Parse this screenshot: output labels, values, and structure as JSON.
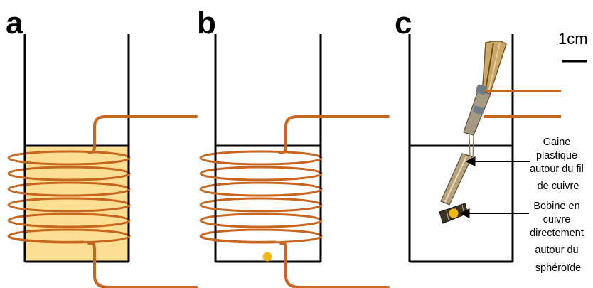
{
  "panels": [
    {
      "letter": "a"
    },
    {
      "letter": "b"
    },
    {
      "letter": "c"
    }
  ],
  "scale_bar": {
    "label": "1cm"
  },
  "annotations": [
    {
      "lines": [
        "Gaine",
        "plastique",
        "autour du fil",
        "de cuivre"
      ]
    },
    {
      "lines": [
        "Bobine en",
        "cuivre",
        "directement",
        "autour du",
        "sphéroïde"
      ]
    }
  ],
  "colors": {
    "wire": "#c8651f",
    "medium_fill": "#fddf94",
    "spheroid": "#f5b80c",
    "outline": "#000000",
    "holder_brass": "#b8a27a"
  }
}
